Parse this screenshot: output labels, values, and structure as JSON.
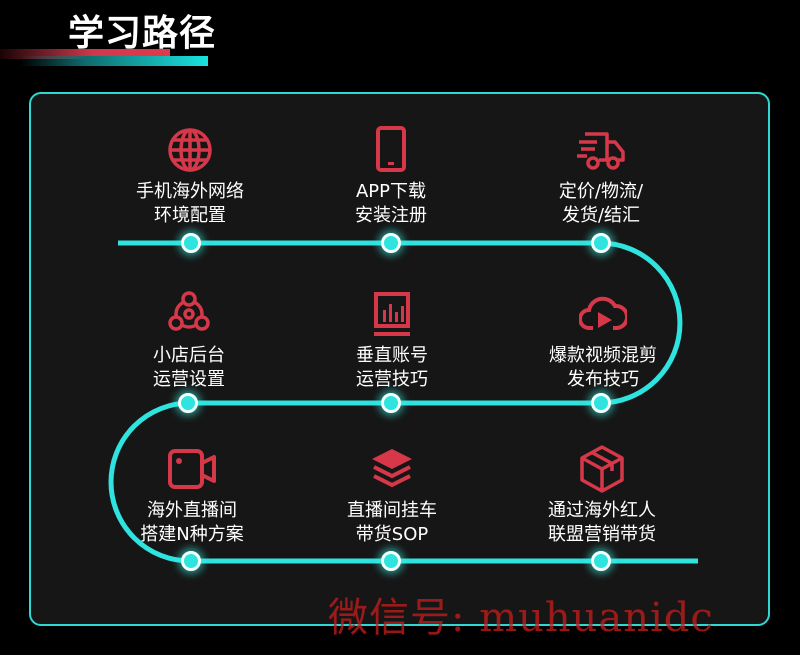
{
  "header": {
    "title": "学习路径",
    "accent_red": "#e0394b",
    "accent_cyan": "#19e3e0"
  },
  "steps": [
    {
      "icon": "globe-icon",
      "label": "手机海外网络\n环境配置"
    },
    {
      "icon": "smartphone-icon",
      "label": "APP下载\n安装注册"
    },
    {
      "icon": "delivery-truck-icon",
      "label": "定价/物流/\n发货/结汇"
    },
    {
      "icon": "network-nodes-icon",
      "label": "小店后台\n运营设置"
    },
    {
      "icon": "bar-chart-board-icon",
      "label": "垂直账号\n运营技巧"
    },
    {
      "icon": "cloud-play-icon",
      "label": "爆款视频混剪\n发布技巧"
    },
    {
      "icon": "video-camera-icon",
      "label": "海外直播间\n搭建N种方案"
    },
    {
      "icon": "layers-stack-icon",
      "label": "直播间挂车\n带货SOP"
    },
    {
      "icon": "package-box-icon",
      "label": "通过海外红人\n联盟营销带货"
    }
  ],
  "colors": {
    "icon": "#d6384a",
    "path": "#2fe3df",
    "panel_border": "#2fd8d2",
    "panel_bg": "#161616"
  },
  "watermark": "微信号: muhuanidc"
}
